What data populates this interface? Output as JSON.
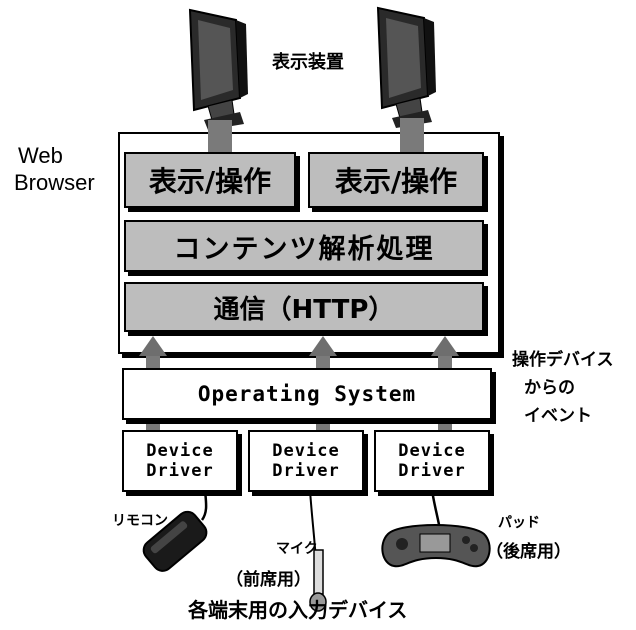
{
  "labels": {
    "display_device": "表示装置",
    "web_browser_line1": "Web",
    "web_browser_line2": "Browser",
    "op_device_events_line1": "操作デバイス",
    "op_device_events_line2": "からの",
    "op_device_events_line3": "イベント",
    "remote": "リモコン",
    "mic": "マイク",
    "mic_sub": "（前席用）",
    "pad": "パッド",
    "pad_sub": "（後席用）",
    "caption": "各端末用の入力デバイス"
  },
  "browser": {
    "display_op_left": "表示/操作",
    "display_op_right": "表示/操作",
    "content_analysis": "コンテンツ解析処理",
    "communication": "通信（HTTP）"
  },
  "os": {
    "label": "Operating System"
  },
  "drivers": [
    {
      "line1": "Device",
      "line2": "Driver"
    },
    {
      "line1": "Device",
      "line2": "Driver"
    },
    {
      "line1": "Device",
      "line2": "Driver"
    }
  ]
}
